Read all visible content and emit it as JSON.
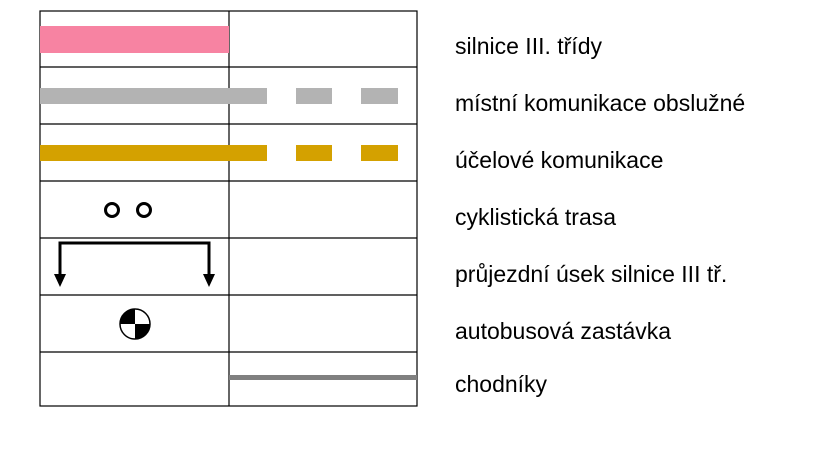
{
  "legend": {
    "items": [
      {
        "label": "silnice III. třídy",
        "symbol": "pink-band",
        "color": "#f783a2"
      },
      {
        "label": "místní komunikace obslužné",
        "symbol": "gray-dashed-line",
        "color": "#b3b3b3"
      },
      {
        "label": "účelové komunikace",
        "symbol": "ochre-dashed-line",
        "color": "#d4a100"
      },
      {
        "label": "cyklistická trasa",
        "symbol": "two-circles",
        "color": "#000000"
      },
      {
        "label": "průjezdní úsek silnice III tř.",
        "symbol": "bracket-arrows",
        "color": "#000000"
      },
      {
        "label": "autobusová zastávka",
        "symbol": "bus-stop-icon",
        "color": "#000000"
      },
      {
        "label": "chodníky",
        "symbol": "gray-line",
        "color": "#808080"
      }
    ]
  }
}
